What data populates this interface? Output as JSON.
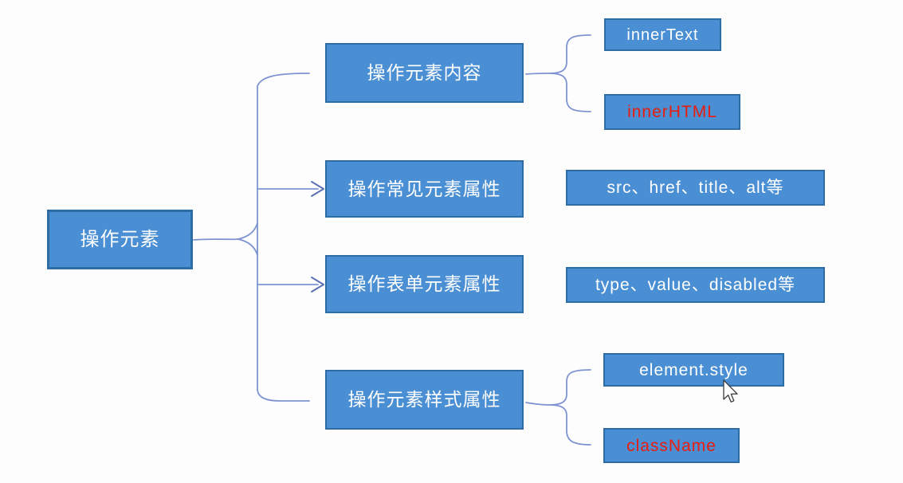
{
  "root": {
    "label": "操作元素"
  },
  "branches": [
    {
      "label": "操作元素内容",
      "children": [
        {
          "label": "innerText",
          "text_class": "white"
        },
        {
          "label": "innerHTML",
          "text_class": "red"
        }
      ]
    },
    {
      "label": "操作常见元素属性",
      "children": [
        {
          "label": "src、href、title、alt等",
          "text_class": "white"
        }
      ]
    },
    {
      "label": "操作表单元素属性",
      "children": [
        {
          "label": "type、value、disabled等",
          "text_class": "white"
        }
      ]
    },
    {
      "label": "操作元素样式属性",
      "children": [
        {
          "label": "element.style",
          "text_class": "white"
        },
        {
          "label": "className",
          "text_class": "red"
        }
      ]
    }
  ],
  "cursor": {
    "type": "arrow-pointer"
  },
  "colors": {
    "background": "#fdfdfd",
    "box_fill": "#4a8ed3",
    "box_border": "#2e6ca6",
    "line": "#7f93d2",
    "arrow": "#5a71b5",
    "text_white": "#ffffff",
    "text_red": "#ea1c0d"
  }
}
